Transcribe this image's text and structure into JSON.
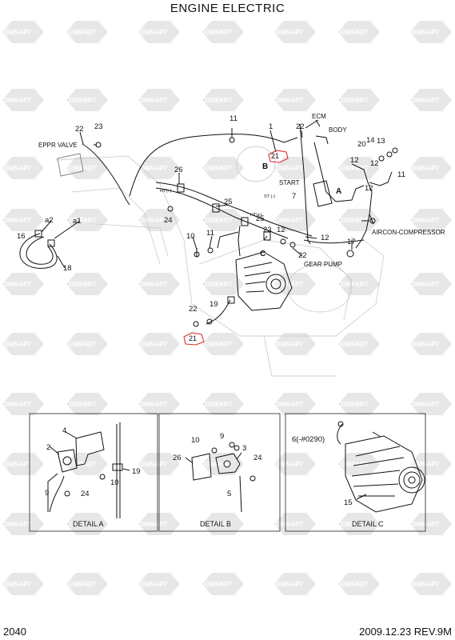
{
  "title": "ENGINE ELECTRIC",
  "page_number": "2040",
  "revision": "2009.12.23  REV.9M",
  "watermark": {
    "left_word": "KOMNAPT",
    "right_word": "COMPART",
    "color": "#d4d4d4"
  },
  "callouts": {
    "c1": "1",
    "c11a": "11",
    "c11b": "11",
    "c11c": "11",
    "c12a": "12",
    "c12b": "12",
    "c12c": "12",
    "c13": "13",
    "c14": "14",
    "c16": "16",
    "c17": "17",
    "c18": "18",
    "c19": "19",
    "c20": "20",
    "c21a": "21",
    "c21b": "21",
    "c22a": "22",
    "c22b": "22",
    "c22c": "22",
    "c22d": "22",
    "c23a": "23",
    "c23b": "23",
    "c24": "24",
    "c25a": "25",
    "c25b": "25",
    "c26": "26",
    "c7": "7",
    "c10": "10",
    "a1": "a1",
    "a2": "a2",
    "ma": "A",
    "mb": "B",
    "mc": "C"
  },
  "labels": {
    "eppr_valve": "EPPR VALVE",
    "ecm": "ECM",
    "body": "BODY",
    "start": "START",
    "aircon": "AIRCON-COMPRESSOR",
    "gear_pump": "GEAR PUMP",
    "ht": "HT(+)",
    "ht2": "HT(+)",
    "st": "ST (-)"
  },
  "details": {
    "a": {
      "caption": "DETAIL A",
      "n4": "4",
      "n2": "2",
      "n9": "9",
      "n10": "10",
      "n19": "19",
      "n24": "24"
    },
    "b": {
      "caption": "DETAIL B",
      "n10": "10",
      "n9": "9",
      "n3": "3",
      "n26": "26",
      "n24": "24",
      "n5": "5"
    },
    "c": {
      "caption": "DETAIL C",
      "n6": "6(-#0290)",
      "n15": "15"
    }
  },
  "highlight_color": "#d9302a"
}
